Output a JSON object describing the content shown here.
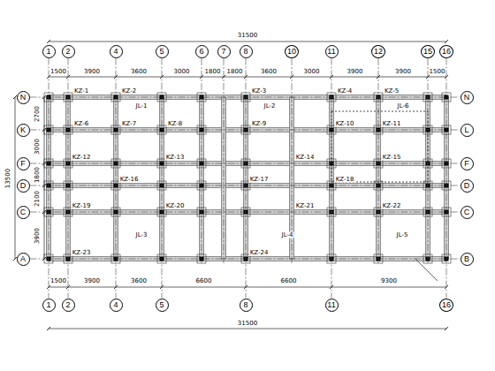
{
  "diagram": {
    "nodes": [
      {
        "text": [
          "1"
        ]
      },
      {
        "text": [
          "2"
        ]
      },
      {
        "text": [
          "4"
        ]
      },
      {
        "text": [
          "5"
        ]
      },
      {
        "text": [
          "6"
        ]
      },
      {
        "text": [
          "7"
        ]
      },
      {
        "text": [
          "8"
        ]
      },
      {
        "text": [
          "10"
        ]
      },
      {
        "text": [
          "11"
        ]
      },
      {
        "text": [
          "12"
        ]
      },
      {
        "text": [
          "15"
        ]
      },
      {
        "text": [
          "16"
        ]
      },
      {
        "text": [
          "N"
        ]
      },
      {
        "text": [
          "N"
        ]
      },
      {
        "text": [
          "K"
        ]
      },
      {
        "text": [
          "L"
        ]
      },
      {
        "text": [
          "F"
        ]
      },
      {
        "text": [
          "F"
        ]
      },
      {
        "text": [
          "D"
        ]
      },
      {
        "text": [
          "D"
        ]
      },
      {
        "text": [
          "C"
        ]
      },
      {
        "text": [
          "C"
        ]
      },
      {
        "text": [
          "A"
        ]
      },
      {
        "text": [
          "B"
        ]
      },
      {
        "text": [
          "1"
        ]
      },
      {
        "text": [
          "2"
        ]
      },
      {
        "text": [
          "4"
        ]
      },
      {
        "text": [
          "5"
        ]
      },
      {
        "text": [
          "8"
        ]
      },
      {
        "text": [
          "11"
        ]
      },
      {
        "text": [
          "16"
        ]
      }
    ],
    "edges": [
      {
        "from": 0,
        "to": 24,
        "arrow": "none"
      },
      {
        "from": 1,
        "to": 25,
        "arrow": "none"
      },
      {
        "from": 2,
        "to": 26,
        "arrow": "none"
      },
      {
        "from": 3,
        "to": 27,
        "arrow": "none"
      },
      {
        "from": 6,
        "to": 28,
        "arrow": "none"
      },
      {
        "from": 8,
        "to": 29,
        "arrow": "none"
      },
      {
        "from": 11,
        "to": 30,
        "arrow": "none"
      },
      {
        "from": 12,
        "to": 13,
        "arrow": "none"
      },
      {
        "from": 14,
        "to": 15,
        "arrow": "none"
      },
      {
        "from": 16,
        "to": 17,
        "arrow": "none"
      },
      {
        "from": 18,
        "to": 19,
        "arrow": "none"
      },
      {
        "from": 20,
        "to": 21,
        "arrow": "none"
      },
      {
        "from": 22,
        "to": 23,
        "arrow": "none"
      }
    ],
    "labels": [
      "31500",
      "1500",
      "3900",
      "3600",
      "3000",
      "1800",
      "1800",
      "3600",
      "3000",
      "3900",
      "3900",
      "1500",
      "2700",
      "3000",
      "1800",
      "2100",
      "3900",
      "13500",
      "1500",
      "3900",
      "3600",
      "6600",
      "6600",
      "9300",
      "31500",
      "KZ-1",
      "KZ-2",
      "KZ-3",
      "KZ-4",
      "KZ-5",
      "KZ-6",
      "KZ-7",
      "KZ-8",
      "KZ-9",
      "KZ-10",
      "KZ-11",
      "KZ-12",
      "KZ-13",
      "KZ-14",
      "KZ-15",
      "KZ-16",
      "KZ-17",
      "KZ-18",
      "KZ-19",
      "KZ-20",
      "KZ-21",
      "KZ-22",
      "KZ-23",
      "KZ-24",
      "JL-1",
      "JL-2",
      "JL-3",
      "JL-4",
      "JL-5",
      "JL-6"
    ]
  }
}
